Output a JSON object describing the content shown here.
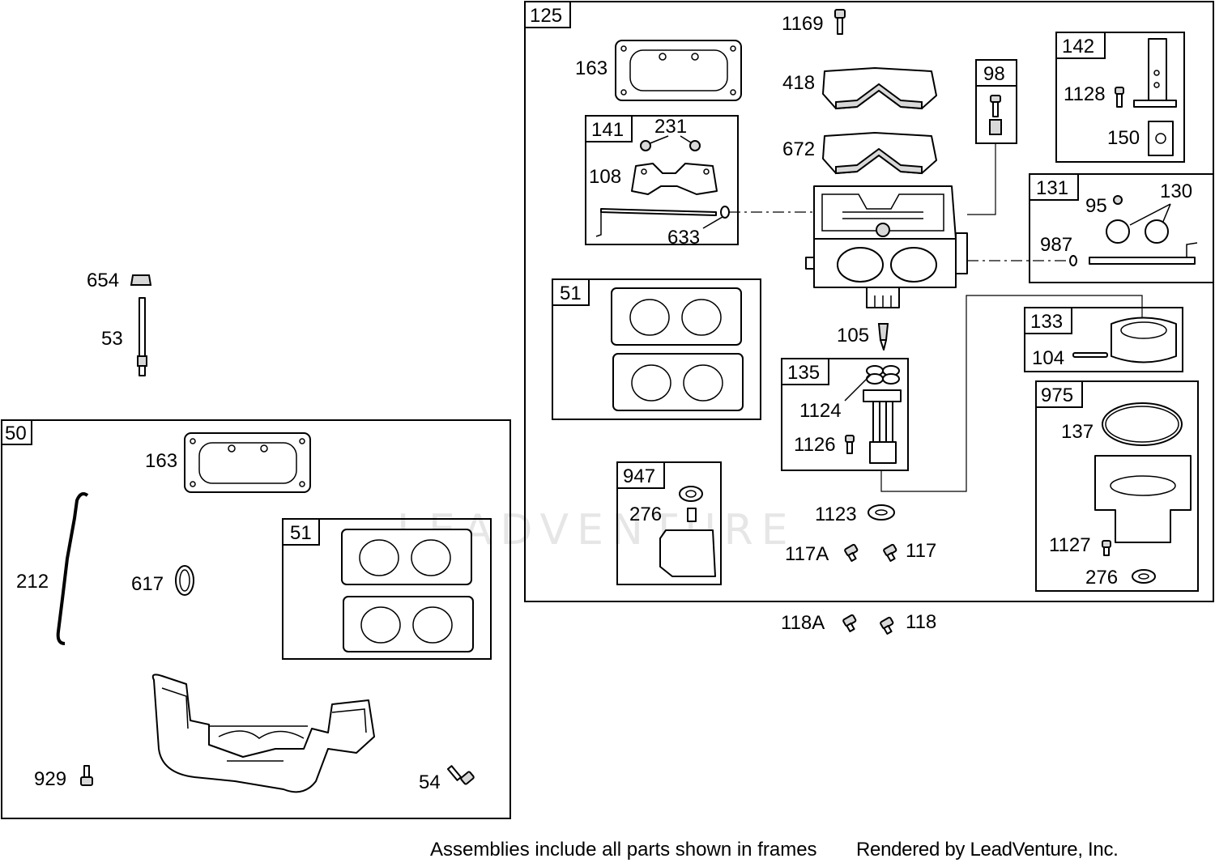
{
  "watermark": "LEADVENTURE",
  "footer": {
    "note": "Assemblies include all parts shown in frames",
    "credit": "Rendered by LeadVenture, Inc."
  },
  "frames": {
    "f125": "125",
    "f50": "50",
    "f141": "141",
    "f51a": "51",
    "f51b": "51",
    "f98": "98",
    "f142": "142",
    "f131": "131",
    "f133": "133",
    "f135": "135",
    "f975": "975",
    "f947": "947"
  },
  "parts": {
    "p1169": "1169",
    "p163a": "163",
    "p418": "418",
    "p672": "672",
    "p231": "231",
    "p108": "108",
    "p633": "633",
    "p1128": "1128",
    "p150": "150",
    "p95": "95",
    "p130": "130",
    "p987": "987",
    "p105": "105",
    "p104": "104",
    "p1124": "1124",
    "p1126": "1126",
    "p137": "137",
    "p276a": "276",
    "p1123": "1123",
    "p117a": "117A",
    "p117": "117",
    "p1127": "1127",
    "p276b": "276",
    "p118a": "118A",
    "p118": "118",
    "p654": "654",
    "p53": "53",
    "p163b": "163",
    "p212": "212",
    "p617": "617",
    "p929": "929",
    "p54": "54"
  }
}
